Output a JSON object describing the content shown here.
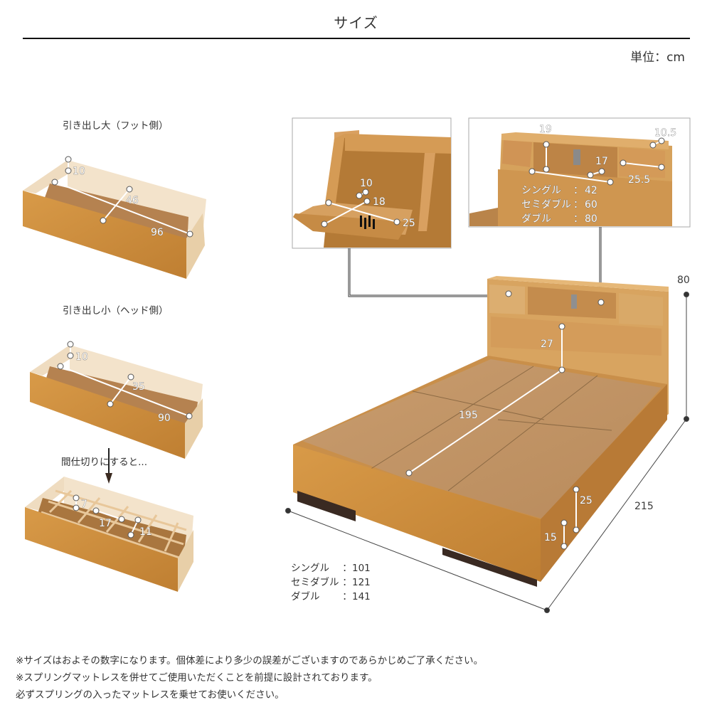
{
  "header": {
    "title": "サイズ",
    "unit": "単位：cm"
  },
  "drawer_large": {
    "label": "引き出し大（フット側）",
    "dims": {
      "height": "10",
      "depth": "46",
      "width": "96"
    }
  },
  "drawer_small": {
    "label": "引き出し小（ヘッド側）",
    "dims": {
      "height": "10",
      "depth": "35",
      "width": "90"
    }
  },
  "divider_caption": "間仕切りにすると...",
  "drawer_divided": {
    "dims": {
      "height": "7",
      "width": "17",
      "depth": "11"
    }
  },
  "flap_detail": {
    "dims": {
      "height": "10",
      "depth": "18",
      "width": "25"
    }
  },
  "shelf_detail": {
    "dims": {
      "shelf_height": "19",
      "top_depth": "10.5",
      "shelf_depth": "17",
      "box_width": "25.5"
    },
    "width_by_size": [
      {
        "size": "シングル",
        "sep": "：",
        "value": "42"
      },
      {
        "size": "セミダブル",
        "sep": "：",
        "value": "60"
      },
      {
        "size": "ダブル",
        "sep": "：",
        "value": "80"
      }
    ]
  },
  "bed": {
    "dims": {
      "headboard_height": "80",
      "headboard_panel": "27",
      "inner_length": "195",
      "total_length": "215",
      "frame_height": "25",
      "leg_clearance": "15"
    },
    "width_by_size": [
      {
        "size": "シングル",
        "sep": "：",
        "value": "101"
      },
      {
        "size": "セミダブル",
        "sep": "：",
        "value": "121"
      },
      {
        "size": "ダブル",
        "sep": "：",
        "value": "141"
      }
    ]
  },
  "notes": [
    "※サイズはおよその数字になります。個体差により多少の誤差がございますのであらかじめご了承ください。",
    "※スプリングマットレスを併せてご使用いただくことを前提に設計されております。",
    "必ずスプリングの入ったマットレスを乗せてお使いください。"
  ],
  "colors": {
    "wood": "#c98a3c",
    "wood_light": "#dba35a",
    "board": "#c49566",
    "inner": "#f2e2cc",
    "rule": "#111111"
  }
}
